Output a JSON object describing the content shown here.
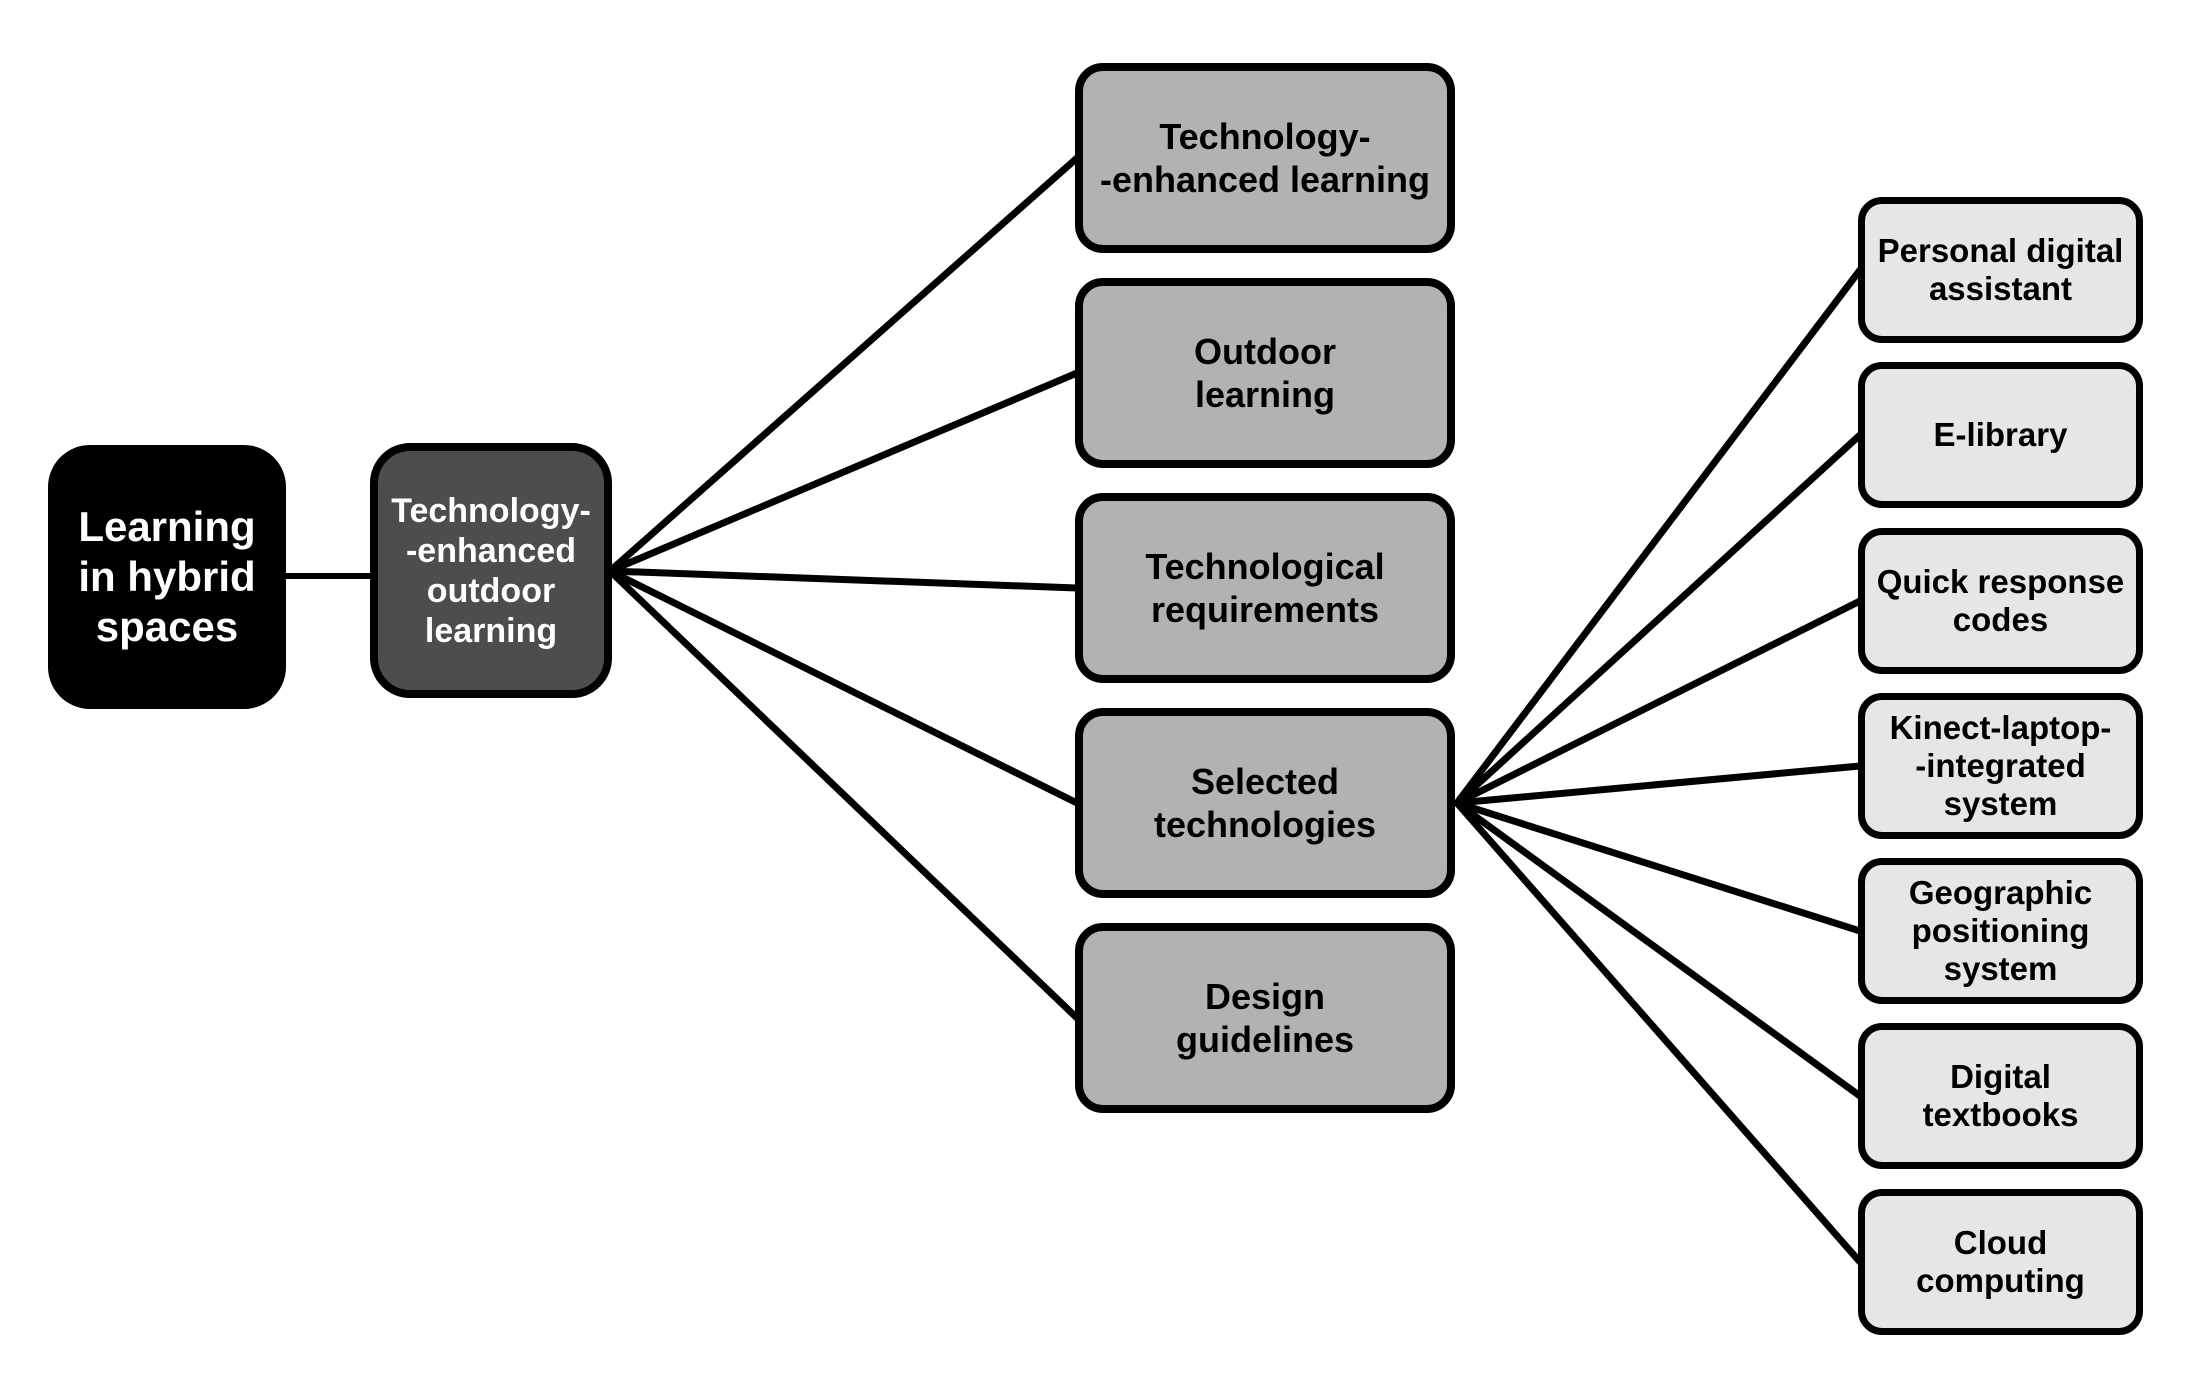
{
  "diagram": {
    "type": "mind-map",
    "root": {
      "label": "Learning\nin hybrid\nspaces"
    },
    "level1": {
      "label": "Technology-\n-enhanced\noutdoor\nlearning"
    },
    "level2": [
      {
        "label": "Technology-\n-enhanced learning"
      },
      {
        "label": "Outdoor\nlearning"
      },
      {
        "label": "Technological\nrequirements"
      },
      {
        "label": "Selected\ntechnologies"
      },
      {
        "label": "Design\nguidelines"
      }
    ],
    "level3": [
      {
        "label": "Personal digital\nassistant"
      },
      {
        "label": "E-library"
      },
      {
        "label": "Quick response\ncodes"
      },
      {
        "label": "Kinect-laptop-\n-integrated\nsystem"
      },
      {
        "label": "Geographic\npositioning\nsystem"
      },
      {
        "label": "Digital\ntextbooks"
      },
      {
        "label": "Cloud\ncomputing"
      }
    ],
    "colors": {
      "background": "#ffffff",
      "root_bg": "#000000",
      "root_text": "#ffffff",
      "level1_bg": "#4d4d4d",
      "level1_text": "#ffffff",
      "level2_bg": "#b2b2b2",
      "level2_text": "#000000",
      "level3_bg": "#e6e6e6",
      "level3_text": "#000000",
      "border": "#000000",
      "connector": "#000000"
    }
  }
}
